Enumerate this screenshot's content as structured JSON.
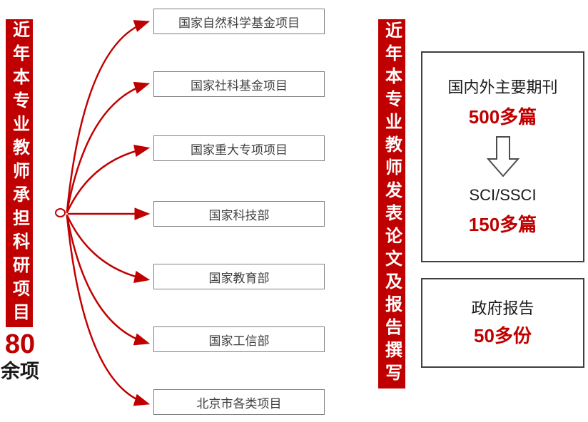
{
  "left_section": {
    "banner": "近年本专业教师承担科研项目",
    "count": "80",
    "count_unit": "余项",
    "projects": [
      "国家自然科学基金项目",
      "国家社科基金项目",
      "国家重大专项项目",
      "国家科技部",
      "国家教育部",
      "国家工信部",
      "北京市各类项目"
    ]
  },
  "right_section": {
    "banner": "近年本专业教师发表论文及报告撰写",
    "papers_box": {
      "journal_label": "国内外主要期刊",
      "journal_count": "500多篇",
      "sci_label": "SCI/SSCI",
      "sci_count": "150多篇"
    },
    "reports_box": {
      "label": "政府报告",
      "count": "50多份"
    }
  },
  "colors": {
    "accent_red": "#c00000",
    "box_border_gray": "#808080",
    "dark_border": "#3f3f3f"
  }
}
